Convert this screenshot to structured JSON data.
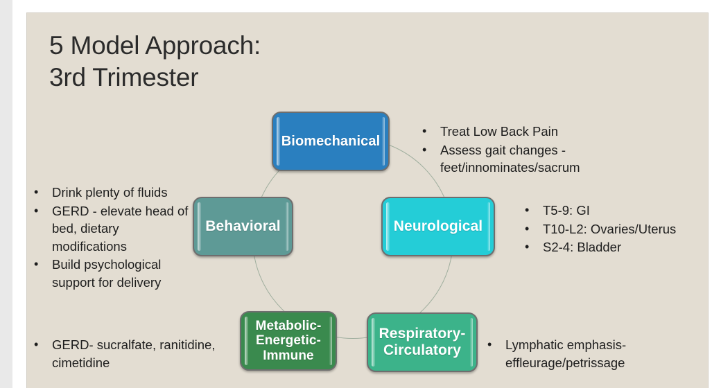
{
  "slide": {
    "title": "5 Model Approach:\n3rd Trimester",
    "background_color": "#e3ddd2",
    "ring_color": "#9fae9e"
  },
  "diagram": {
    "type": "cycle",
    "nodes": [
      {
        "id": "biomechanical",
        "label": "Biomechanical",
        "color": "#2a7fbf",
        "position": "top"
      },
      {
        "id": "neurological",
        "label": "Neurological",
        "color": "#24cdd7",
        "position": "right"
      },
      {
        "id": "behavioral",
        "label": "Behavioral",
        "color": "#5e9a96",
        "position": "left"
      },
      {
        "id": "metabolic",
        "label": "Metabolic-\nEnergetic-\nImmune",
        "color": "#3a8a4e",
        "position": "bottom-left"
      },
      {
        "id": "respiratory",
        "label": "Respiratory-\nCirculatory",
        "color": "#3cb38a",
        "position": "bottom-right"
      }
    ]
  },
  "callouts": {
    "biomechanical": {
      "bullet_char": "•",
      "items": [
        "Treat Low Back Pain",
        "Assess gait changes - feet/innominates/sacrum"
      ]
    },
    "neurological": {
      "bullet_char": "•",
      "items": [
        "T5-9: GI",
        "T10-L2: Ovaries/Uterus",
        "S2-4: Bladder"
      ]
    },
    "behavioral": {
      "bullet_char": "•",
      "items": [
        "Drink plenty of fluids",
        "GERD - elevate head of bed, dietary modifications",
        "Build psychological support for delivery"
      ]
    },
    "metabolic": {
      "bullet_char": "•",
      "items": [
        " GERD- sucralfate, ranitidine, cimetidine"
      ]
    },
    "respiratory": {
      "bullet_char": "•",
      "items": [
        "Lymphatic emphasis-effleurage/petrissage"
      ]
    }
  }
}
